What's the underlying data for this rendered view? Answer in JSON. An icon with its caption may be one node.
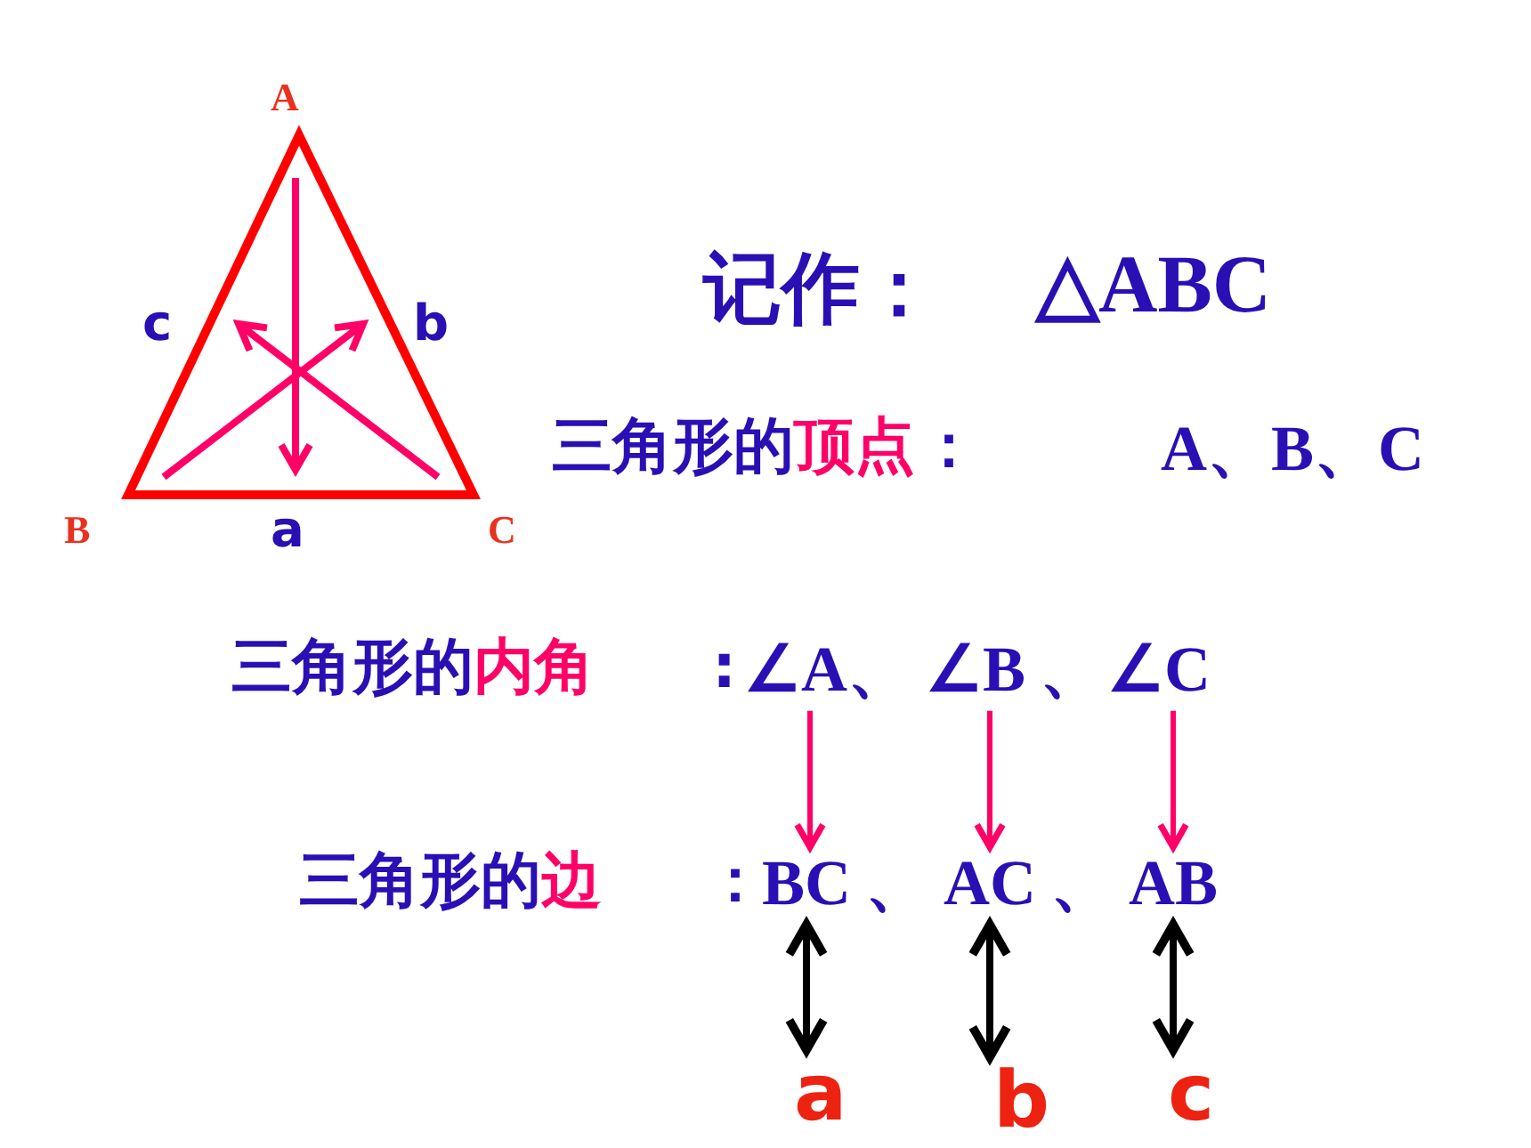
{
  "diagram": {
    "nodes": [
      {
        "text": [
          "∠A"
        ]
      },
      {
        "text": [
          "∠B"
        ]
      },
      {
        "text": [
          "∠C"
        ]
      },
      {
        "text": [
          "BC"
        ]
      },
      {
        "text": [
          "AC"
        ]
      },
      {
        "text": [
          "AB"
        ]
      },
      {
        "text": [
          "a"
        ]
      },
      {
        "text": [
          "b"
        ]
      },
      {
        "text": [
          "c"
        ]
      }
    ],
    "edges": [
      {
        "from": 0,
        "to": 3,
        "arrow": "to",
        "color": "#ff0066"
      },
      {
        "from": 1,
        "to": 4,
        "arrow": "to",
        "color": "#ff0066"
      },
      {
        "from": 2,
        "to": 5,
        "arrow": "to",
        "color": "#ff0066"
      },
      {
        "from": 3,
        "to": 6,
        "arrow": "both",
        "color": "#000000"
      },
      {
        "from": 4,
        "to": 7,
        "arrow": "both",
        "color": "#000000"
      },
      {
        "from": 5,
        "to": 8,
        "arrow": "both",
        "color": "#000000"
      }
    ],
    "labels": [
      "A",
      "c",
      "b",
      "记作：",
      "△ABC",
      "三角形的",
      "顶点",
      "：",
      "A、B、C",
      "B",
      "a",
      "C",
      "三角形的",
      "内角",
      ":",
      "、",
      "、",
      "三角形的",
      "边",
      "：",
      "、",
      "、"
    ]
  }
}
